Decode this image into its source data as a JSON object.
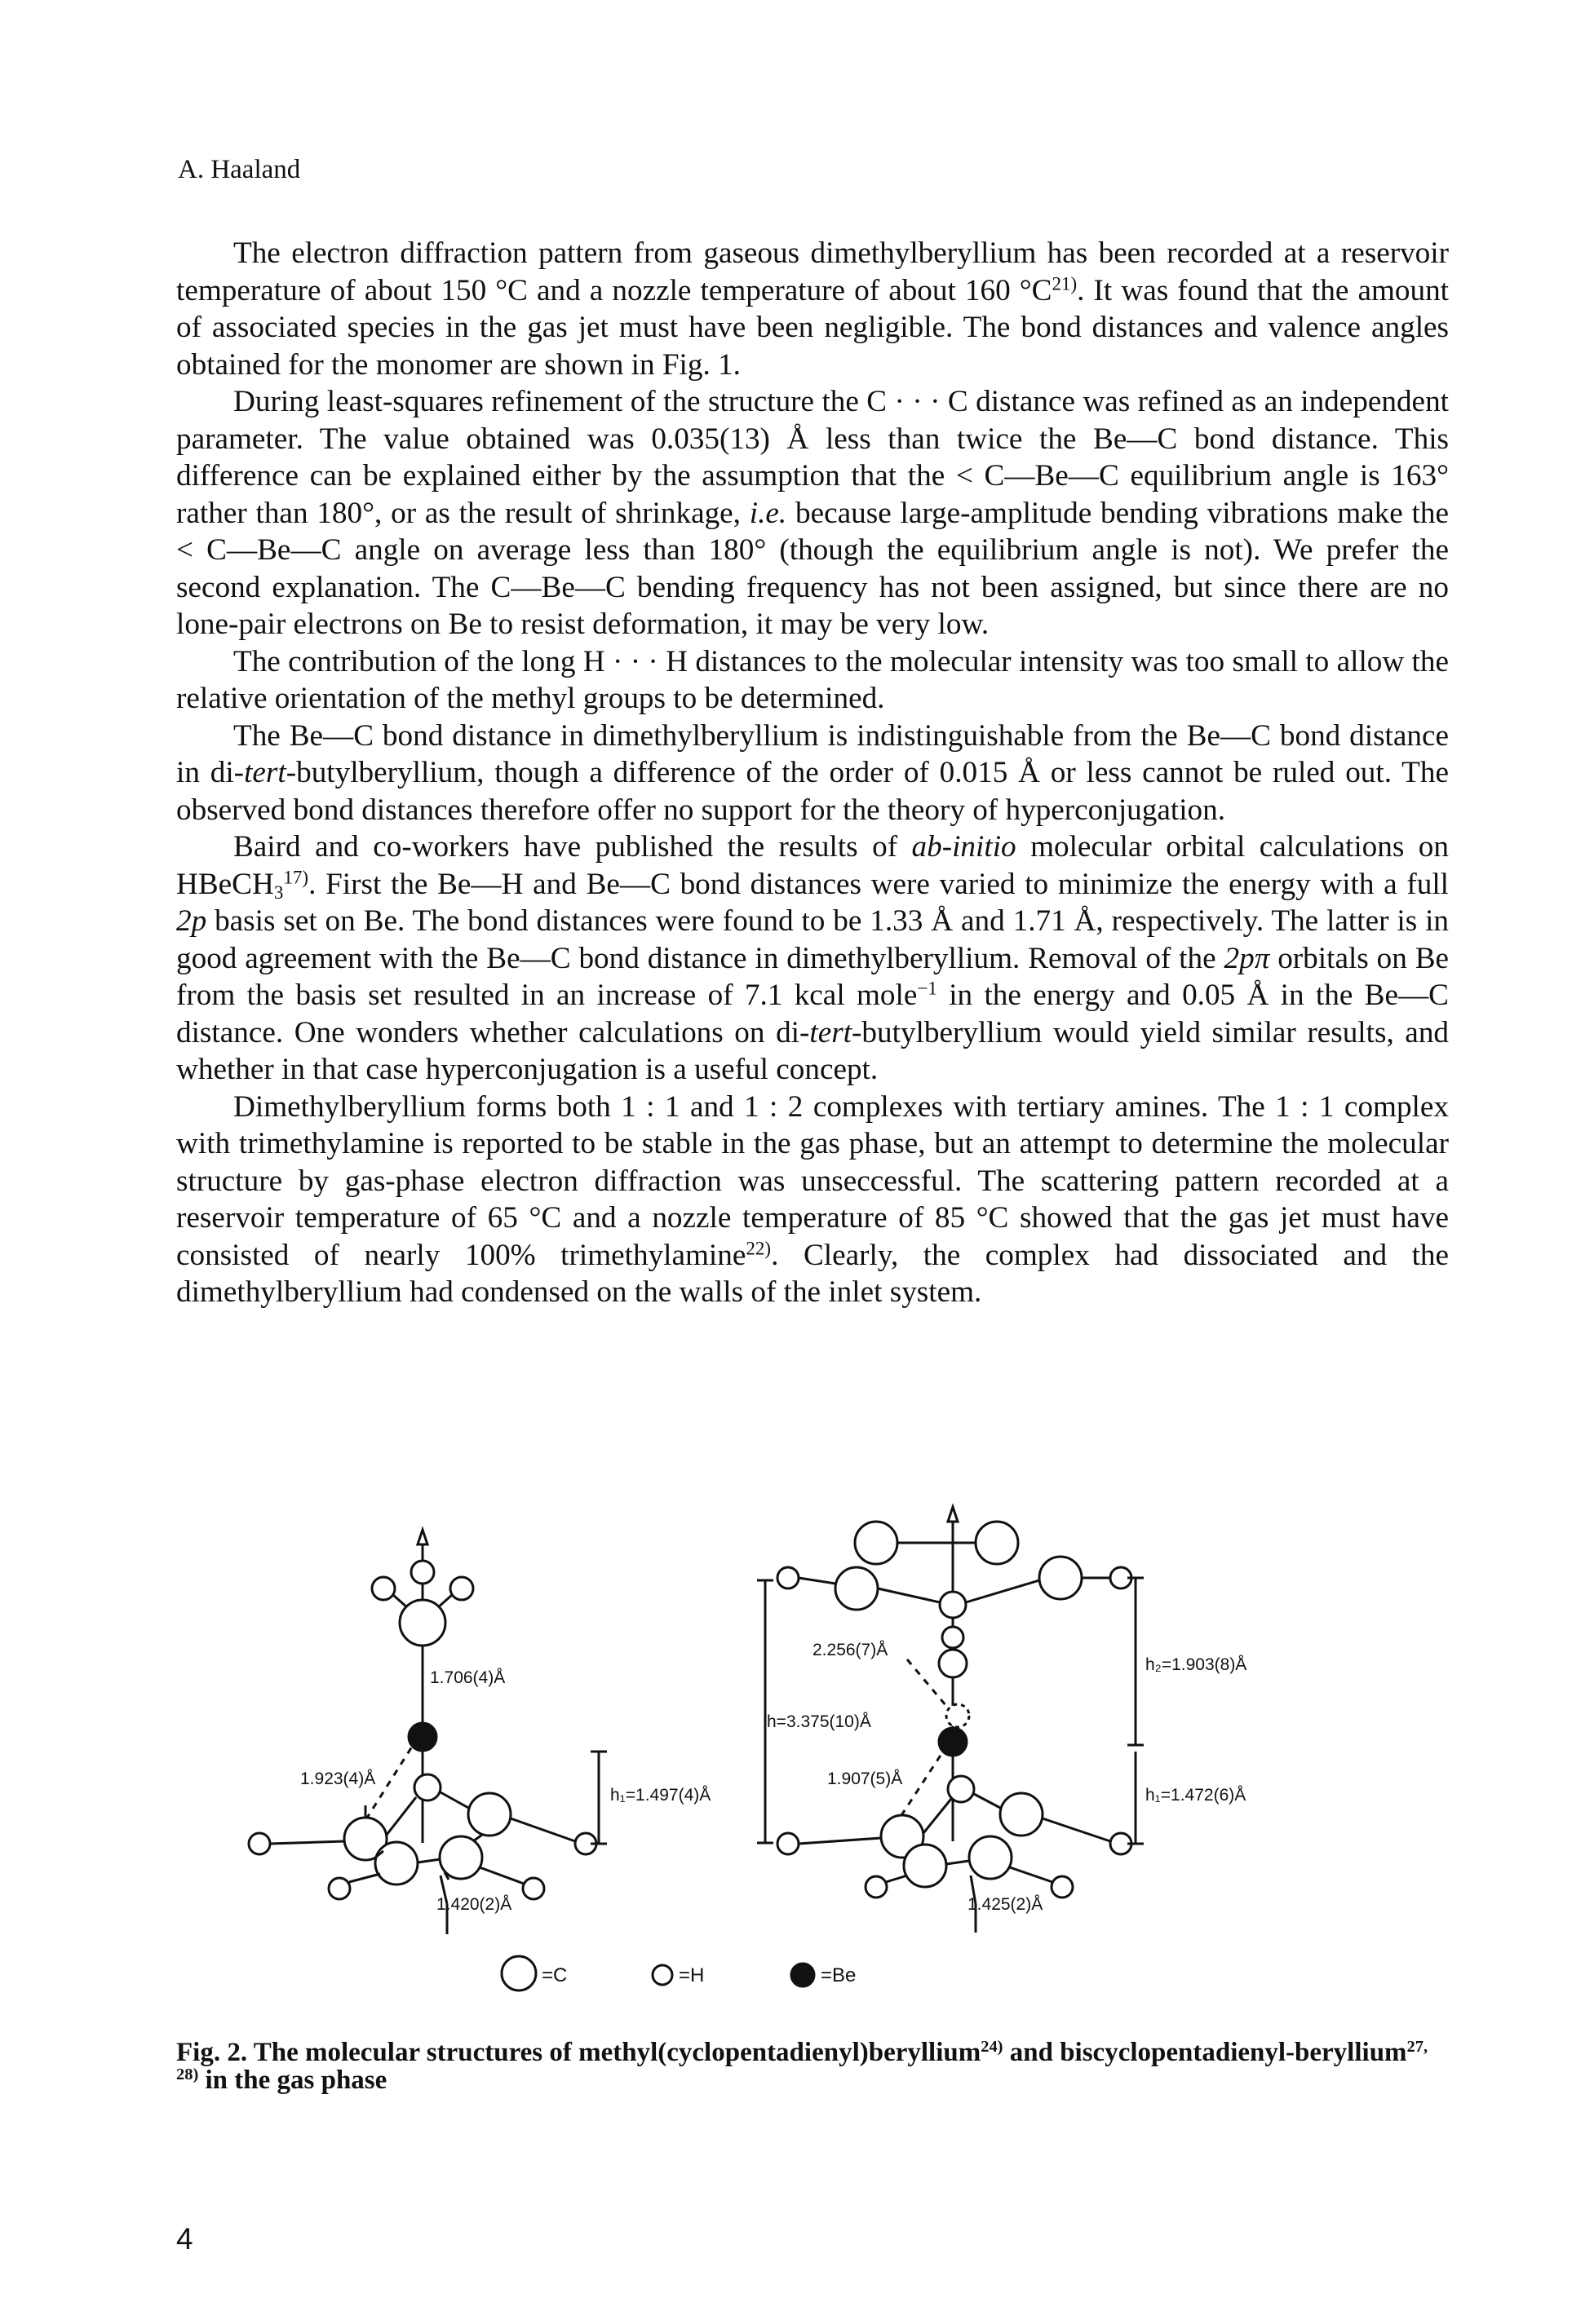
{
  "header": {
    "author": "A. Haaland"
  },
  "paragraphs": {
    "p1": "The electron diffraction pattern from gaseous dimethylberyllium has been recorded at a reservoir temperature of about 150 °C and a nozzle temperature of about 160 °C",
    "p1_ref": "21)",
    "p1_end": ". It was found that the amount of associated species in the gas jet must have been negligible. The bond distances and valence angles obtained for the monomer are shown in Fig. 1.",
    "p2": "During least-squares refinement of the structure the C · · · C distance was refined as an independent parameter. The value obtained was 0.035(13) Å less than twice the Be—C bond distance. This difference can be explained either by the assumption that the < C—Be—C equilibrium angle is 163° rather than 180°, or as the result of shrinkage, ",
    "p2_ie": "i.e.",
    "p2_end": " because large-amplitude bending vibrations make the < C—Be—C angle on average less than 180° (though the equilibrium angle is not). We prefer the second explanation. The C—Be—C bending frequency has not been assigned, but since there are no lone-pair electrons on Be to resist deformation, it may be very low.",
    "p3": "The contribution of the long H · · · H distances to the molecular intensity was too small to allow the relative orientation of the methyl groups to be determined.",
    "p4_a": "The Be—C bond distance in dimethylberyllium is indistinguishable from the Be—C bond distance in di-",
    "p4_tert": "tert",
    "p4_b": "-butylberyllium, though a difference of the order of 0.015 Å or less cannot be ruled out. The observed bond distances therefore offer no support for the theory of hyperconjugation.",
    "p5_a": "Baird and co-workers have published the results of ",
    "p5_abinitio": "ab-initio",
    "p5_b": " molecular orbital calculations on HBeCH",
    "p5_sub": "3",
    "p5_ref": "17)",
    "p5_c": ". First the Be—H and Be—C bond distances were varied to minimize the energy with a full ",
    "p5_2p": "2p",
    "p5_d": " basis set on Be. The bond distances were found to be 1.33 Å and 1.71 Å, respectively. The latter is in good agreement with the Be—C bond distance in dimethylberyllium. Removal of the ",
    "p5_2ppi": "2pπ",
    "p5_e": " orbitals on Be from the basis set resulted in an increase of 7.1 kcal mole",
    "p5_exp": "−1",
    "p5_f": " in the energy and 0.05 Å in the Be—C distance. One wonders whether calculations on di-",
    "p5_tert": "tert",
    "p5_g": "-butylberyllium would yield similar results, and whether in that case hyperconjugation is a useful concept.",
    "p6_a": "Dimethylberyllium forms both 1 : 1 and 1 : 2 complexes with tertiary amines. The 1 : 1 complex with trimethylamine is reported to be stable in the gas phase, but an attempt to determine the molecular structure by gas-phase electron diffraction was unseccessful. The scattering pattern recorded at a reservoir temperature of 65 °C and a nozzle temperature of 85 °C showed that the gas jet must have consisted of nearly 100% trimethylamine",
    "p6_ref": "22)",
    "p6_b": ". Clearly, the complex had dissociated and the dimethylberyllium had condensed on the walls of the inlet system."
  },
  "figure": {
    "left": {
      "be_c": "1.706(4)Å",
      "be_ring": "1.923(4)Å",
      "h1": "h₁=1.497(4)Å",
      "cc": "1.420(2)Å"
    },
    "right": {
      "be_ring_far": "2.256(7)Å",
      "h": "h=3.375(10)Å",
      "be_ring_near": "1.907(5)Å",
      "h2": "h₂=1.903(8)Å",
      "h1": "h₁=1.472(6)Å",
      "cc": "1.425(2)Å"
    },
    "legend": {
      "c": "=C",
      "h": "=H",
      "be": "=Be"
    }
  },
  "caption": {
    "a": "Fig. 2. The molecular structures of methyl(cyclopentadienyl)beryllium",
    "ref1": "24)",
    "b": " and biscyclopentadienyl-beryllium",
    "ref2": "27, 28)",
    "c": " in the gas phase"
  },
  "page_number": "4"
}
